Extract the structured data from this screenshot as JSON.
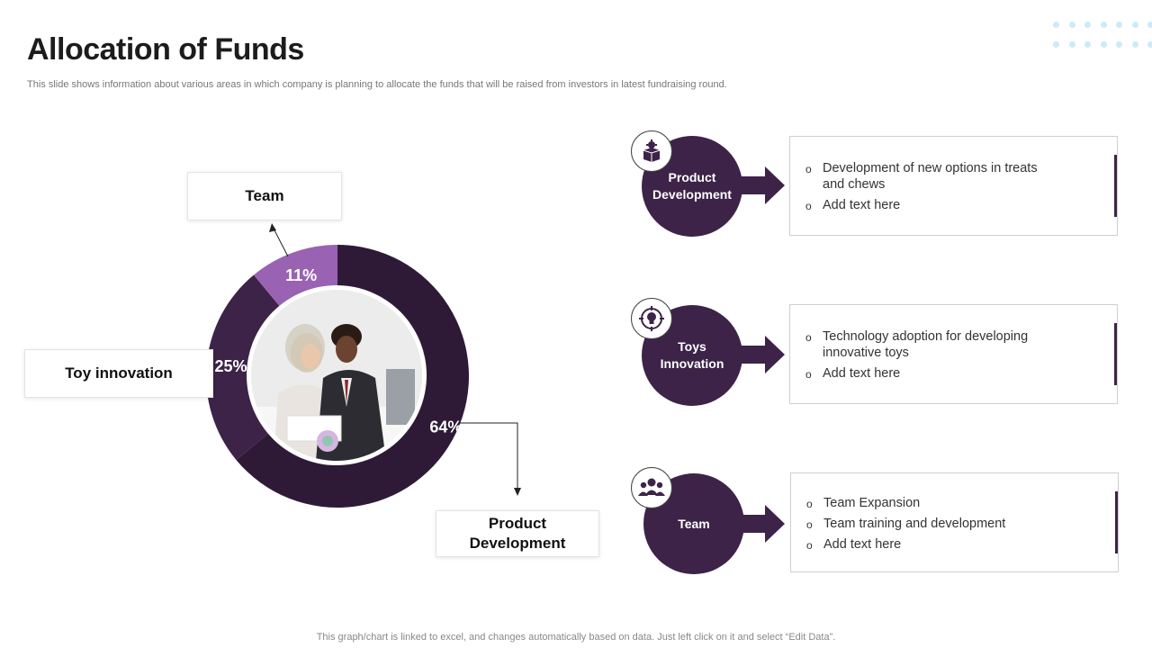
{
  "slide": {
    "title": "Allocation of Funds",
    "subtitle": "This slide shows information about various areas in which company is planning to allocate the funds that will be raised from investors in latest fundraising round.",
    "footnote": "This graph/chart is linked to excel,  and changes automatically based on data. Just left click on it and select “Edit Data”."
  },
  "colors": {
    "dark": "#2e1a36",
    "mid": "#3d2348",
    "accent": "#9a62b2",
    "dots": "#cdeaf8"
  },
  "chart_data": {
    "type": "pie",
    "variant": "donut",
    "slices": [
      {
        "label": "Product Development",
        "value": 64,
        "display": "64%",
        "color": "#2e1a36"
      },
      {
        "label": "Toy innovation",
        "value": 25,
        "display": "25%",
        "color": "#3d2348"
      },
      {
        "label": "Team",
        "value": 11,
        "display": "11%",
        "color": "#9a62b2"
      }
    ],
    "callouts": {
      "team": "Team",
      "toy": "Toy innovation",
      "product": "Product Development"
    }
  },
  "rows": [
    {
      "circle_label": "Product Development",
      "icon": "gear-box-icon",
      "bullets": [
        "Development of new options  in treats and chews",
        "Add text here"
      ]
    },
    {
      "circle_label": "Toys Innovation",
      "icon": "lightbulb-target-icon",
      "bullets": [
        "Technology adoption for developing innovative toys",
        "Add text here"
      ]
    },
    {
      "circle_label": "Team",
      "icon": "team-group-icon",
      "bullets": [
        "Team Expansion",
        "Team training  and development",
        "Add text here"
      ]
    }
  ]
}
